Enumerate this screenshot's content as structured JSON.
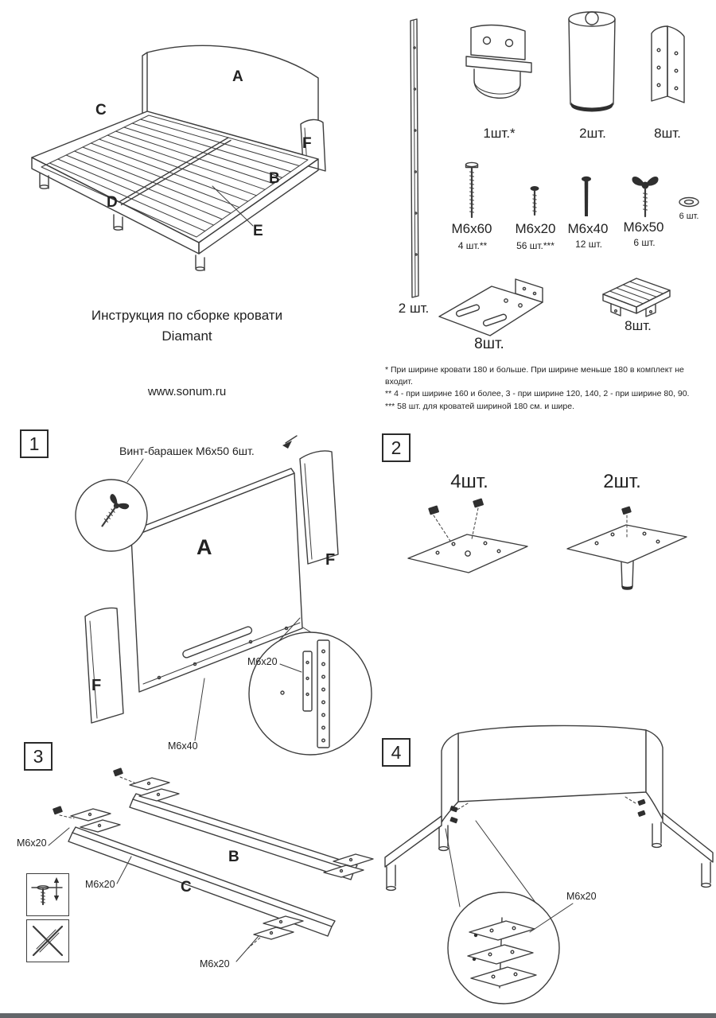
{
  "header": {
    "title_line1": "Инструкция по сборке кровати",
    "title_line2": "Diamant",
    "website": "www.sonum.ru"
  },
  "bed_labels": {
    "a": "A",
    "b": "B",
    "c": "C",
    "d": "D",
    "e": "E",
    "f": "F"
  },
  "parts": {
    "slat_qty": "2 шт.",
    "bracket_small_qty": "1шт.*",
    "leg_qty": "2шт.",
    "corner_bracket_qty": "8шт.",
    "screw_m6x60_name": "М6х60",
    "screw_m6x60_qty": "4 шт.**",
    "screw_m6x20_name": "М6х20",
    "screw_m6x20_qty": "56 шт.***",
    "screw_m6x40_name": "М6х40",
    "screw_m6x40_qty": "12 шт.",
    "screw_m6x50_name": "М6х50",
    "screw_m6x50_qty": "6 шт.",
    "washer_qty": "6 шт.",
    "bracket_big_qty": "8шт.",
    "foot_qty": "8шт."
  },
  "footnotes": {
    "line1": "* При ширине кровати 180 и больше. При ширине меньше 180 в комплект не входит.",
    "line2": "** 4 - при ширине 160 и более, 3 - при ширине 120, 140, 2 - при ширине 80, 90.",
    "line3": "*** 58 шт. для кроватей шириной 180 см. и шире."
  },
  "step1": {
    "number": "1",
    "note": "Винт-барашек М6х50 6шт.",
    "label_a": "A",
    "label_f_right": "F",
    "label_f_left": "F",
    "label_m6x20": "М6х20",
    "label_m6x40": "М6х40"
  },
  "step2": {
    "number": "2",
    "qty_left": "4шт.",
    "qty_right": "2шт."
  },
  "step3": {
    "number": "3",
    "label_b": "B",
    "label_c": "C",
    "m6x20_top": "М6х20",
    "m6x20_mid": "М6х20",
    "m6x20_bottom": "М6х20"
  },
  "step4": {
    "number": "4",
    "m6x20": "М6х20"
  }
}
